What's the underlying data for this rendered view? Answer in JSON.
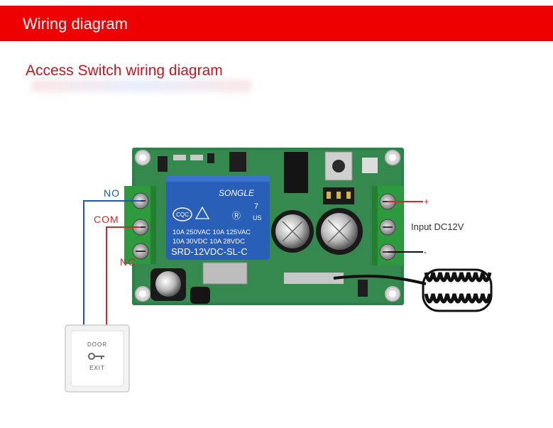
{
  "header": {
    "title": "Wiring diagram"
  },
  "subtitle": "Access Switch wiring diagram",
  "terminals": {
    "no": "NO",
    "com": "COM",
    "nc": "NC"
  },
  "power": {
    "plus": "+",
    "minus": "-",
    "input_label": "Input DC12V"
  },
  "relay": {
    "brand": "SONGLE",
    "cert1": "CQC",
    "pin": "7",
    "us": "US",
    "rating1": "10A 250VAC  10A 125VAC",
    "rating2": "10A  30VDC  10A  28VDC",
    "model": "SRD-12VDC-SL-C"
  },
  "exit_button": {
    "top": "DOOR",
    "bottom": "EXIT"
  },
  "colors": {
    "banner": "#ee0000",
    "pcb": "#2f7f4a",
    "terminal": "#2e9a3e",
    "relay": "#2a5fb8",
    "wire_no": "#1e5aa8",
    "wire_com": "#d62828",
    "wire_plus": "#d62828",
    "wire_minus": "#111111"
  }
}
